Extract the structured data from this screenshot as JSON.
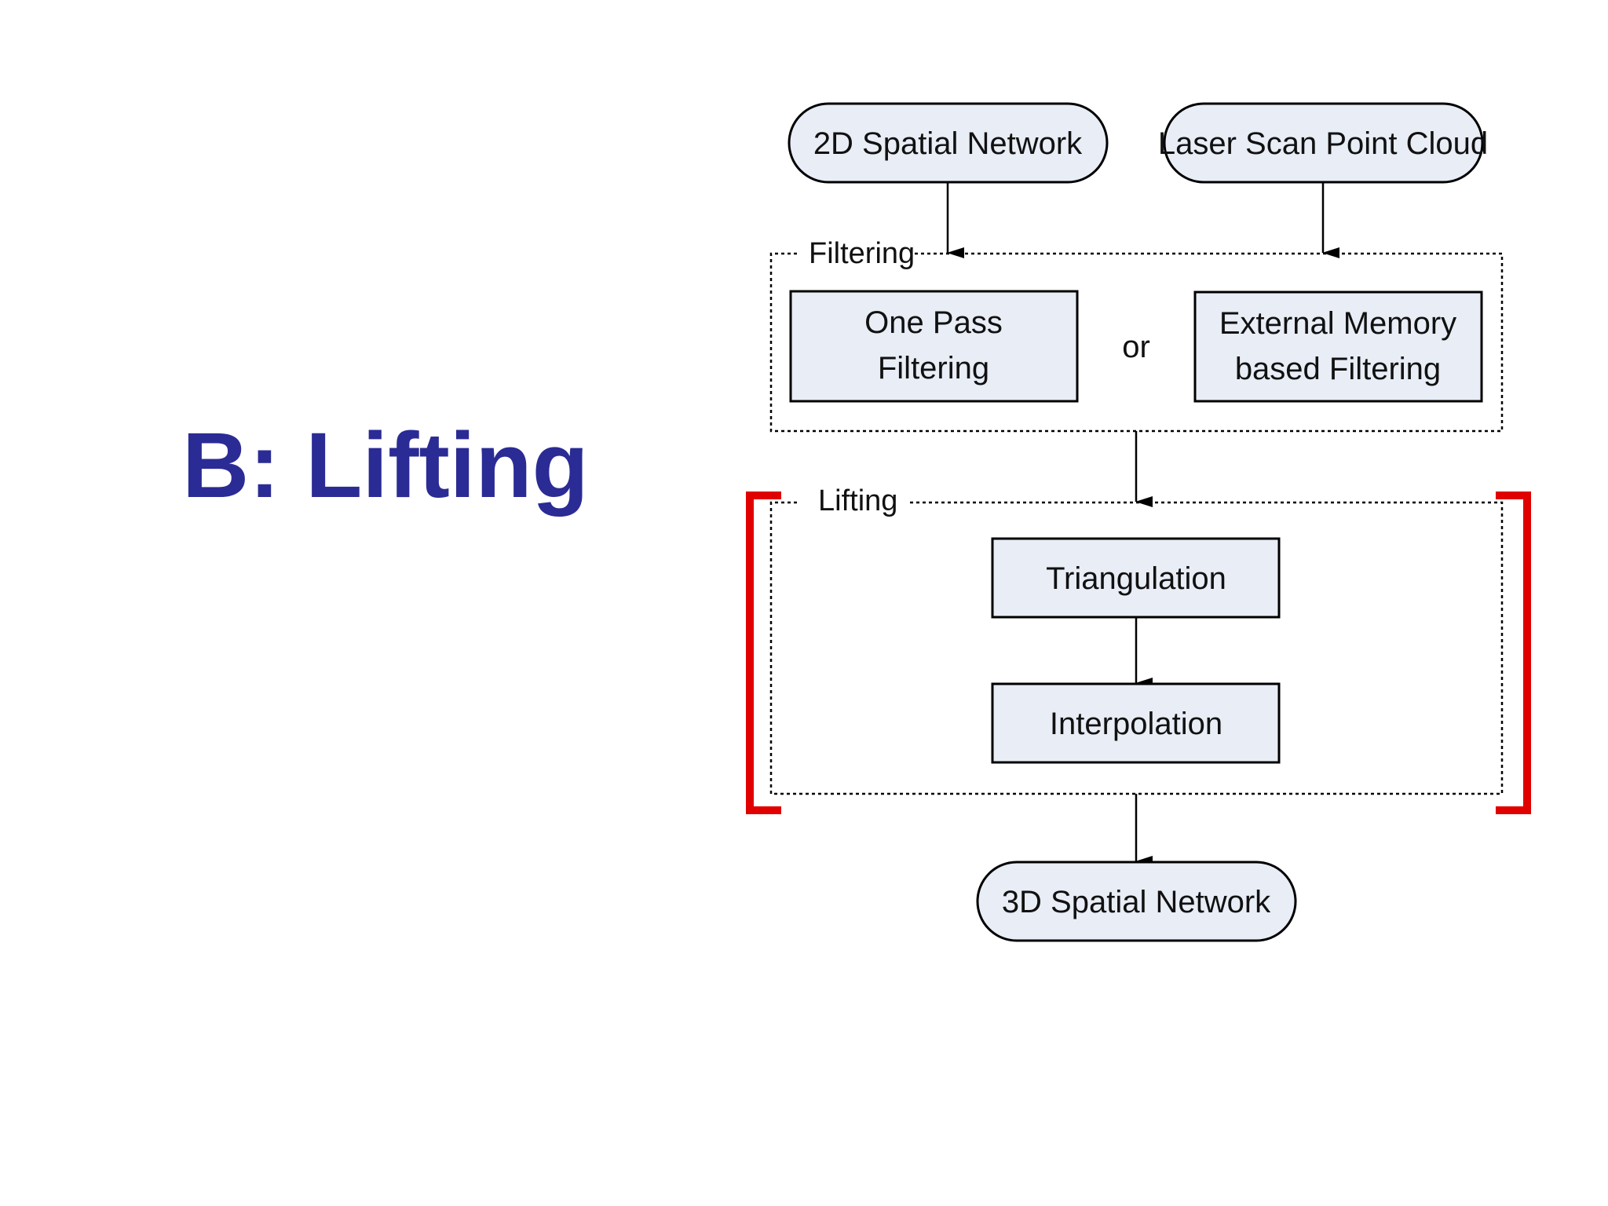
{
  "slide": {
    "title": "B: Lifting"
  },
  "diagram": {
    "inputs": {
      "left": "2D Spatial Network",
      "right": "Laser Scan Point Cloud"
    },
    "filtering_group": {
      "label": "Filtering",
      "option_left_line1": "One Pass",
      "option_left_line2": "Filtering",
      "separator": "or",
      "option_right_line1": "External Memory",
      "option_right_line2": "based Filtering"
    },
    "lifting_group": {
      "label": "Lifting",
      "step1": "Triangulation",
      "step2": "Interpolation"
    },
    "output": "3D Spatial Network",
    "colors": {
      "title": "#2b2b95",
      "box_fill": "#e8edf6",
      "bracket": "#e00000"
    }
  }
}
